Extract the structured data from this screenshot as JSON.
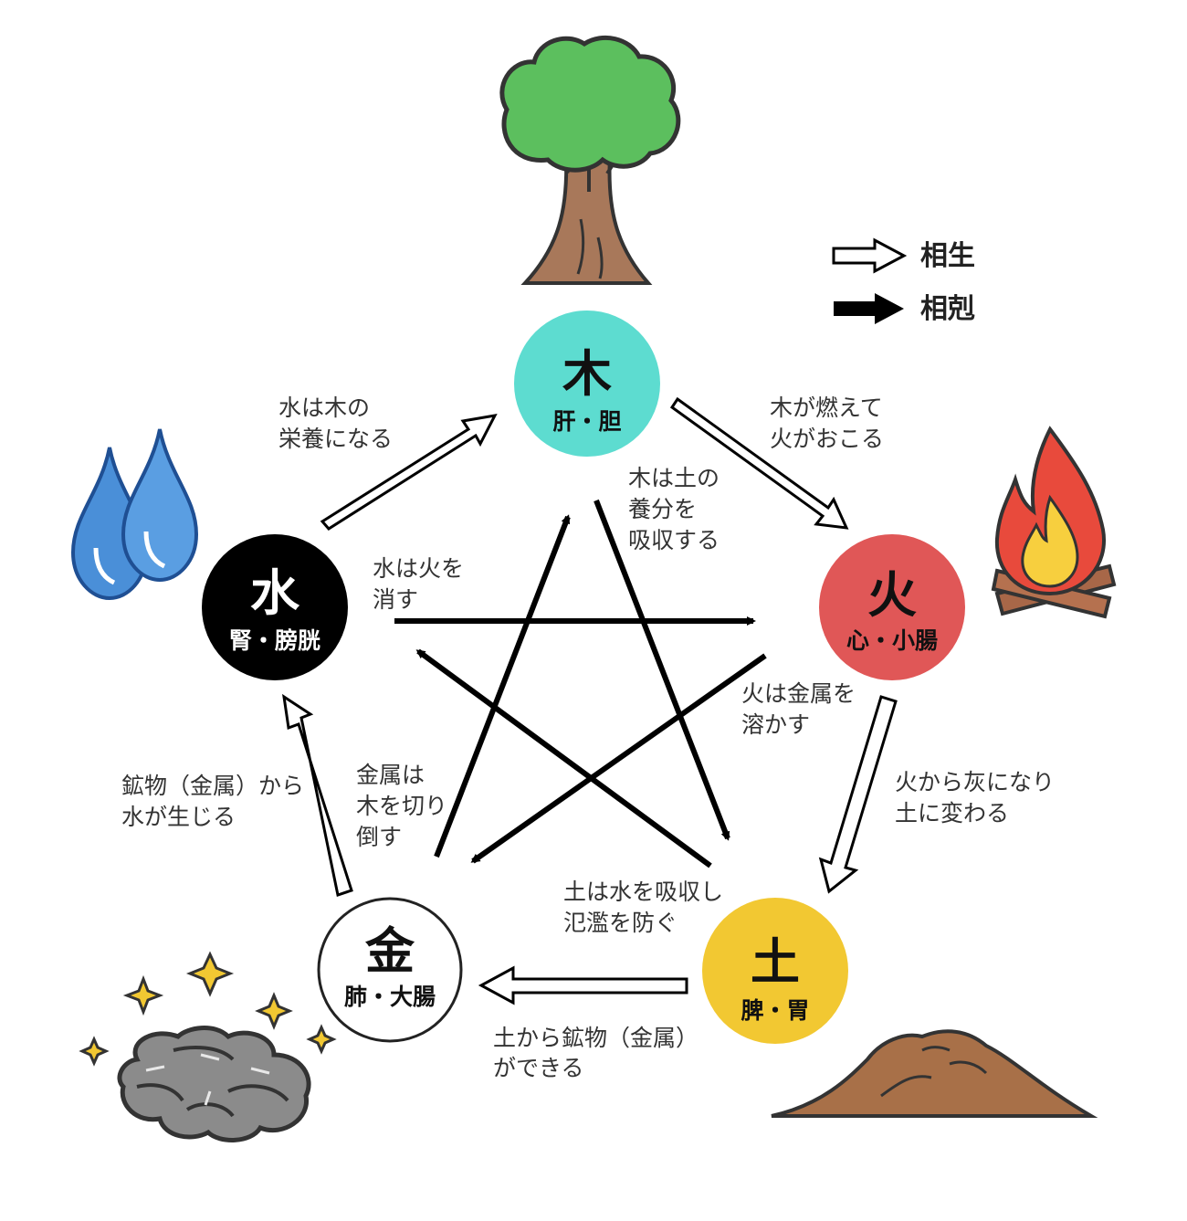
{
  "legend": {
    "generating": "相生",
    "controlling": "相剋"
  },
  "elements": {
    "wood": {
      "symbol": "木",
      "organs": "肝・胆",
      "color": "#5ddcd0",
      "text_color": "#111111"
    },
    "fire": {
      "symbol": "火",
      "organs": "心・小腸",
      "color": "#e05757",
      "text_color": "#111111"
    },
    "earth": {
      "symbol": "土",
      "organs": "脾・胃",
      "color": "#f2c832",
      "text_color": "#111111"
    },
    "metal": {
      "symbol": "金",
      "organs": "肺・大腸",
      "color": "#ffffff",
      "text_color": "#111111"
    },
    "water": {
      "symbol": "水",
      "organs": "腎・膀胱",
      "color": "#000000",
      "text_color": "#ffffff"
    }
  },
  "generating_labels": {
    "water_to_wood": [
      "水は木の",
      "栄養になる"
    ],
    "wood_to_fire": [
      "木が燃えて",
      "火がおこる"
    ],
    "fire_to_earth": [
      "火から灰になり",
      "土に変わる"
    ],
    "earth_to_metal": [
      "土から鉱物（金属）",
      "ができる"
    ],
    "metal_to_water": [
      "鉱物（金属）から",
      "水が生じる"
    ]
  },
  "controlling_labels": {
    "wood_to_earth": [
      "木は土の",
      "養分を",
      "吸収する"
    ],
    "water_to_fire": [
      "水は火を",
      "消す"
    ],
    "fire_to_metal": [
      "火は金属を",
      "溶かす"
    ],
    "metal_to_wood": [
      "金属は",
      "木を切り",
      "倒す"
    ],
    "earth_to_water": [
      "土は水を吸収し",
      "氾濫を防ぐ"
    ]
  },
  "illustrations": {
    "wood": "tree-icon",
    "fire": "campfire-icon",
    "earth": "soil-mound-icon",
    "metal": "ore-rocks-icon",
    "water": "water-drops-icon"
  }
}
